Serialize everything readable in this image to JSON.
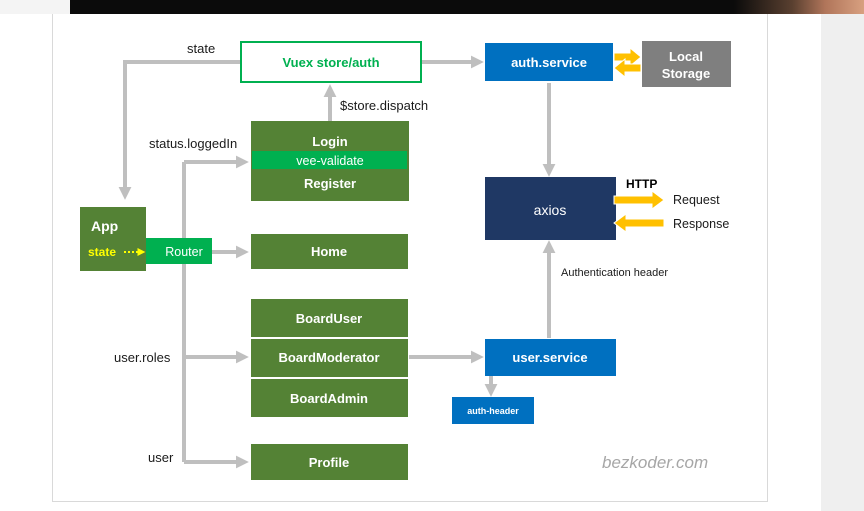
{
  "nodes": {
    "vuex": "Vuex store/auth",
    "auth_service": "auth.service",
    "local_storage_line1": "Local",
    "local_storage_line2": "Storage",
    "login": "Login",
    "vee_validate": "vee-validate",
    "register": "Register",
    "app": "App",
    "app_state": "state",
    "router": "Router",
    "home": "Home",
    "board_user": "BoardUser",
    "board_moderator": "BoardModerator",
    "board_admin": "BoardAdmin",
    "profile": "Profile",
    "axios": "axios",
    "user_service": "user.service",
    "auth_header": "auth-header"
  },
  "edge_labels": {
    "state": "state",
    "store_dispatch": "$store.dispatch",
    "status_loggedin": "status.loggedIn",
    "user_roles": "user.roles",
    "user": "user",
    "http": "HTTP",
    "request": "Request",
    "response": "Response",
    "authentication_header": "Authentication header"
  },
  "watermark": "bezkoder.com",
  "colors": {
    "green_dark": "#548235",
    "green_bright": "#00b050",
    "blue": "#0070c0",
    "navy": "#1f3864",
    "grey_box": "#7f7f7f",
    "arrow_grey": "#bfbfbf",
    "gold": "#ffc000",
    "yellow": "#ffff00"
  }
}
